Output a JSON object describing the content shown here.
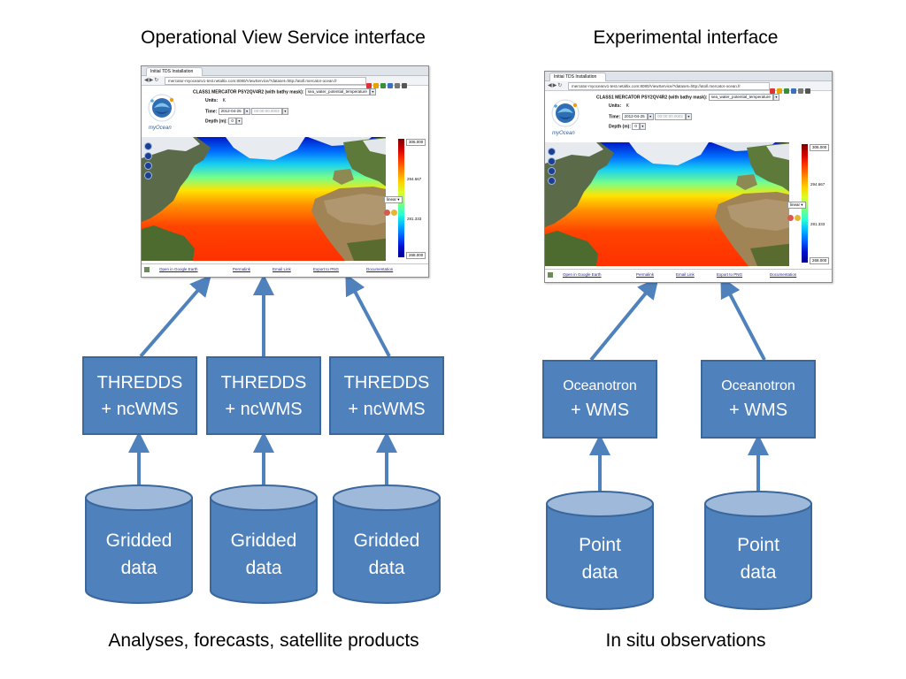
{
  "headings": {
    "left_top": "Operational View Service interface",
    "right_top": "Experimental interface",
    "left_bottom": "Analyses, forecasts, satellite products",
    "right_bottom": "In situ observations"
  },
  "colors": {
    "box_fill": "#4f81bd",
    "box_border": "#3a679c",
    "cylinder_top": "#9eb9da",
    "arrow": "#4f81bd"
  },
  "screenshot": {
    "tab_title": "Initial TDS Installation",
    "url": "mercator-myoceanv1-test.netaltix.com:8080/ViewService/?dataset=http://atoll.mercator-ocean.fr",
    "dataset_title": "CLASS1 MERCATOR PSY2QV4R2 (with bathy mask):",
    "variable": "sea_water_potential_temperature",
    "units_label": "Units:",
    "units_value": "K",
    "time_label": "Time:",
    "time_date": "2012-04-25",
    "time_clock": "00:00:00.0002",
    "depth_label": "Depth (m):",
    "depth_value": "0",
    "logo_text": "myOcean",
    "colorbar_max": "306.000",
    "colorbar_mid": "294.667",
    "colorbar_lower": "281.333",
    "colorbar_min": "268.000",
    "opacity_label": "linear",
    "footer_links": [
      "Open in Google Earth",
      "Permalink",
      "Email Link",
      "Export to PNG",
      "Documentation"
    ],
    "icon": "browser-window-icon"
  },
  "servers": {
    "thredds": {
      "line1": "THREDDS",
      "line2": "+ ncWMS"
    },
    "oceanotron": {
      "line1": "Oceanotron",
      "line2": "+ WMS"
    }
  },
  "data_sources": {
    "gridded": {
      "line1": "Gridded",
      "line2": "data"
    },
    "point": {
      "line1": "Point",
      "line2": "data"
    }
  }
}
